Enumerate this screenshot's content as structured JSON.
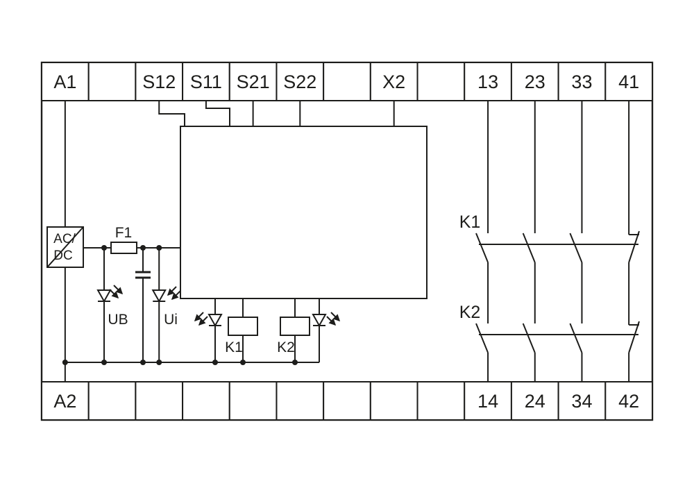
{
  "terminals": {
    "top": [
      "A1",
      "",
      "S12",
      "S11",
      "S21",
      "S22",
      "",
      "X2",
      "",
      "13",
      "23",
      "33",
      "41"
    ],
    "bottom": [
      "A2",
      "",
      "",
      "",
      "",
      "",
      "",
      "",
      "",
      "14",
      "24",
      "34",
      "42"
    ]
  },
  "labels": {
    "power_line1": "AC/",
    "power_line2": "DC",
    "fuse": "F1",
    "led_supply": "UB",
    "led_internal": "Ui",
    "coil_k1": "K1",
    "coil_k2": "K2",
    "contacts_k1": "K1",
    "contacts_k2": "K2"
  },
  "colors": {
    "line": "#1d1d1b",
    "background": "#ffffff"
  }
}
